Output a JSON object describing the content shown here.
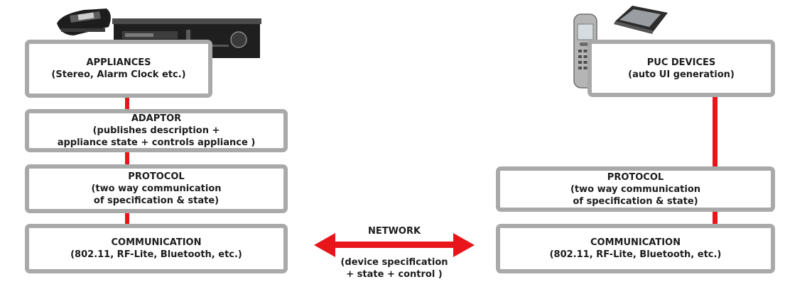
{
  "colors": {
    "connector": "#e8151b",
    "box_border": "#a9a9a9",
    "text": "#1c1c1c"
  },
  "icons": {
    "appliances": [
      "alarm-clock-icon",
      "stereo-receiver-icon"
    ],
    "puc_devices": [
      "mobile-phone-icon",
      "pda-icon"
    ]
  },
  "left": {
    "appliances": {
      "title": "APPLIANCES",
      "line2": "(Stereo, Alarm Clock etc.)"
    },
    "adaptor": {
      "title": "ADAPTOR",
      "line2": "(publishes description +",
      "line3": "appliance state + controls appliance )"
    },
    "protocol": {
      "title": "PROTOCOL",
      "line2": "(two way communication",
      "line3": "of specification & state)"
    },
    "communication": {
      "title": "COMMUNICATION",
      "line2": "(802.11, RF-Lite, Bluetooth, etc.)"
    }
  },
  "right": {
    "puc": {
      "title": "PUC DEVICES",
      "line2": "(auto UI generation)"
    },
    "protocol": {
      "title": "PROTOCOL",
      "line2": "(two way communication",
      "line3": "of specification & state)"
    },
    "communication": {
      "title": "COMMUNICATION",
      "line2": "(802.11, RF-Lite, Bluetooth, etc.)"
    }
  },
  "network": {
    "title": "NETWORK",
    "line2": "(device specification",
    "line3": "+ state + control )"
  }
}
